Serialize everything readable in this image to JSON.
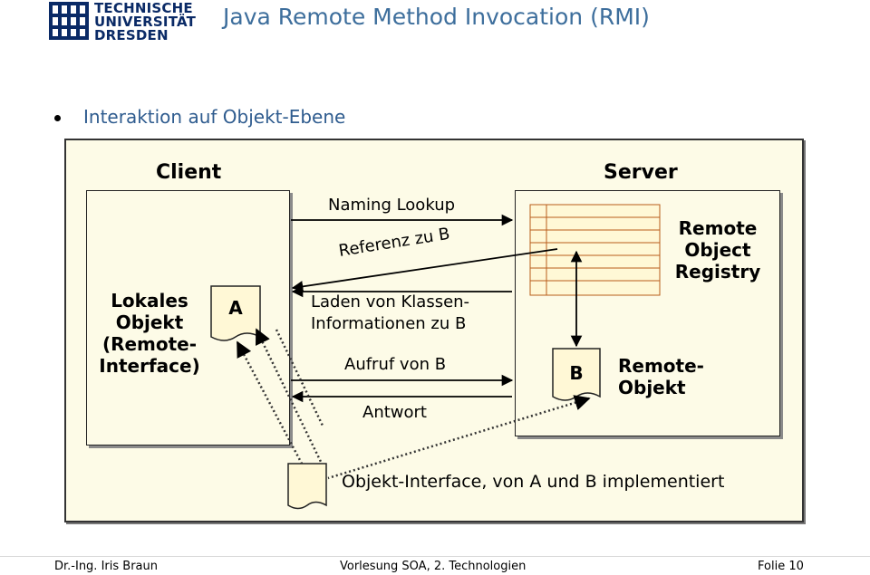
{
  "header": {
    "logo_lines": [
      "TECHNISCHE",
      "UNIVERSITÄT",
      "DRESDEN"
    ],
    "title": "Java Remote Method Invocation (RMI)"
  },
  "bullet": {
    "text": "Interaktion auf Objekt-Ebene"
  },
  "diagram": {
    "client_heading": "Client",
    "server_heading": "Server",
    "client_box": {
      "lines": [
        "Lokales",
        "Objekt",
        "(Remote-",
        "Interface)"
      ],
      "stub_label": "A"
    },
    "messages": {
      "naming_lookup": "Naming Lookup",
      "referenz": "Referenz zu B",
      "laden_1": "Laden von Klassen-",
      "laden_2": "Informationen zu B",
      "aufruf": "Aufruf von B",
      "antwort": "Antwort"
    },
    "server_box": {
      "registry_lines": [
        "Remote",
        "Object",
        "Registry"
      ],
      "skeleton_label": "B",
      "remote_object_lines": [
        "Remote-",
        "Objekt"
      ]
    },
    "legend": {
      "text": "Objekt-Interface, von A und B implementiert"
    }
  },
  "footer": {
    "author": "Dr.-Ing. Iris Braun",
    "course": "Vorlesung SOA, 2. Technologien",
    "slide": "Folie 10"
  },
  "colors": {
    "title": "#3d6e9c",
    "bullet_text": "#2f5c8f",
    "logo": "#0a2a66",
    "diagram_background": "#fdfbe7"
  }
}
